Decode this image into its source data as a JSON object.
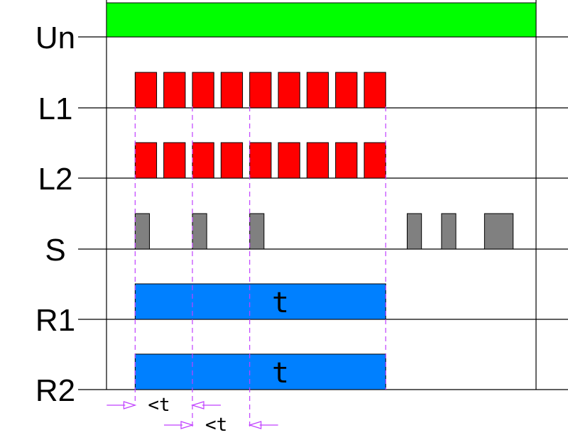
{
  "rows": [
    {
      "id": "un",
      "label": "Un",
      "color": "#00ff00",
      "pulses": [
        {
          "start": 0.0,
          "end": 15.0
        }
      ]
    },
    {
      "id": "l1",
      "label": "L1",
      "color": "#ff0000",
      "pulses": [
        {
          "start": 1.0,
          "end": 1.75
        },
        {
          "start": 2.0,
          "end": 2.75
        },
        {
          "start": 3.0,
          "end": 3.75
        },
        {
          "start": 4.0,
          "end": 4.75
        },
        {
          "start": 5.0,
          "end": 5.75
        },
        {
          "start": 6.0,
          "end": 6.75
        },
        {
          "start": 7.0,
          "end": 7.75
        },
        {
          "start": 8.0,
          "end": 8.75
        },
        {
          "start": 9.0,
          "end": 9.75
        }
      ]
    },
    {
      "id": "l2",
      "label": "L2",
      "color": "#ff0000",
      "pulses": [
        {
          "start": 1.0,
          "end": 1.75
        },
        {
          "start": 2.0,
          "end": 2.75
        },
        {
          "start": 3.0,
          "end": 3.75
        },
        {
          "start": 4.0,
          "end": 4.75
        },
        {
          "start": 5.0,
          "end": 5.75
        },
        {
          "start": 6.0,
          "end": 6.75
        },
        {
          "start": 7.0,
          "end": 7.75
        },
        {
          "start": 8.0,
          "end": 8.75
        },
        {
          "start": 9.0,
          "end": 9.75
        }
      ]
    },
    {
      "id": "s",
      "label": "S",
      "color": "#808080",
      "pulses": [
        {
          "start": 1.0,
          "end": 1.5
        },
        {
          "start": 3.0,
          "end": 3.5
        },
        {
          "start": 5.0,
          "end": 5.5
        },
        {
          "start": 10.5,
          "end": 11.0
        },
        {
          "start": 11.7,
          "end": 12.2
        },
        {
          "start": 13.2,
          "end": 14.2
        }
      ]
    },
    {
      "id": "r1",
      "label": "R1",
      "color": "#0080ff",
      "pulses": [
        {
          "start": 1.0,
          "end": 9.75,
          "text": "t"
        }
      ]
    },
    {
      "id": "r2",
      "label": "R2",
      "color": "#0080ff",
      "pulses": [
        {
          "start": 1.0,
          "end": 9.75,
          "text": "t"
        }
      ]
    }
  ],
  "markers": [
    1.0,
    3.0,
    5.0,
    9.75
  ],
  "intervals": [
    {
      "from": 1.0,
      "to": 3.0,
      "label": "<t"
    },
    {
      "from": 3.0,
      "to": 5.0,
      "label": "<t"
    }
  ],
  "time_range": [
    0,
    15
  ],
  "colors": {
    "marker": "#c040ff",
    "line": "#000000",
    "outline": "#000000"
  }
}
